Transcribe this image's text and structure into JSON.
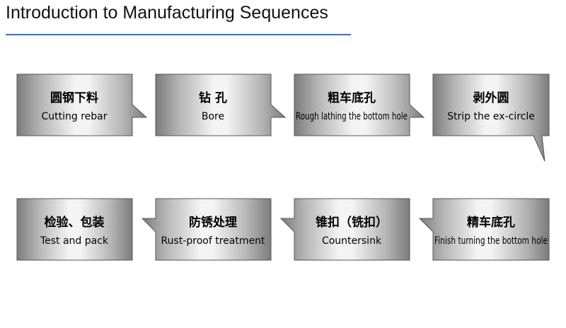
{
  "header": {
    "title": "Introduction to Manufacturing Sequences"
  },
  "steps": [
    {
      "zh": "圆钢下料",
      "en": "Cutting rebar"
    },
    {
      "zh": "钻 孔",
      "en": "Bore"
    },
    {
      "zh": "粗车底孔",
      "en": "Rough lathing the bottom hole"
    },
    {
      "zh": "剥外圆",
      "en": "Strip the ex-circle"
    },
    {
      "zh": "精车底孔",
      "en": "Finish turning the bottom hole"
    },
    {
      "zh": "锥扣（铣扣）",
      "en": "Countersink"
    },
    {
      "zh": "防锈处理",
      "en": "Rust-proof treatment"
    },
    {
      "zh": "检验、包装",
      "en": "Test and pack"
    }
  ],
  "colors": {
    "box_edge": "#8a8a8a",
    "box_center": "#f2f2f2",
    "box_outline": "#555555",
    "accent_rule": "#3a6fc4"
  }
}
